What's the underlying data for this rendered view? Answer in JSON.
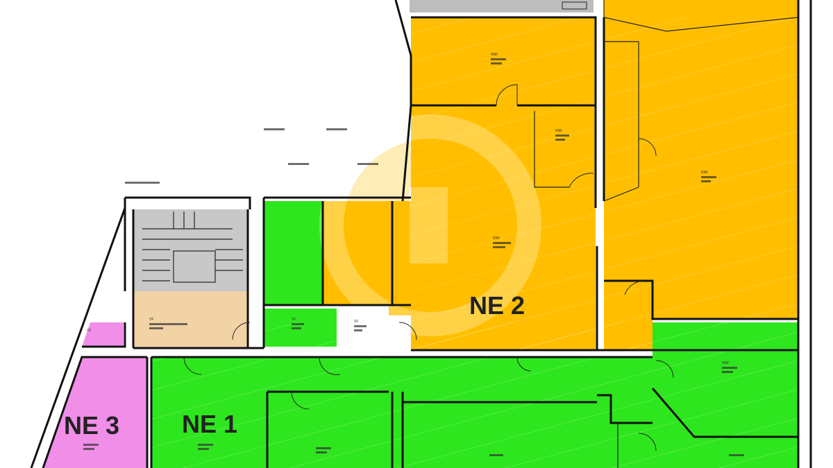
{
  "units": {
    "ne1": {
      "label": "NE 1"
    },
    "ne2": {
      "label": "NE 2"
    },
    "ne3": {
      "label": "NE 3"
    }
  },
  "colors": {
    "ne1": "#2ee61e",
    "ne2": "#ffbf00",
    "ne3": "#f08ee8",
    "stair": "#c8c8c8",
    "common": "#f1d3a6",
    "walls": "#111111"
  },
  "room_tags": [
    "NNF",
    "NNF",
    "NNF",
    "NNF",
    "NNF",
    "VF",
    "VF",
    "VF",
    "VF"
  ]
}
